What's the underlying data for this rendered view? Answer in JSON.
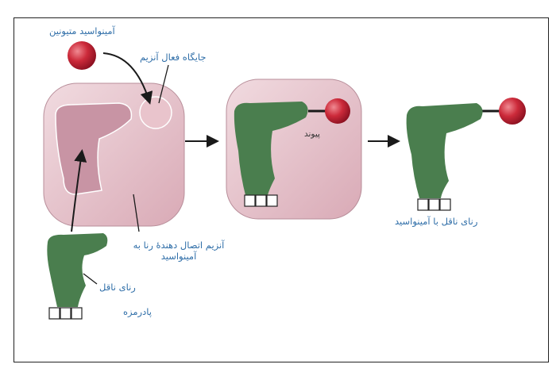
{
  "labels": {
    "methionine": "آمینواسید متیونین",
    "active_site": "جایگاه فعال آنزیم",
    "enzyme_line1": "آنزیم اتصال دهندهٔ رنا به",
    "enzyme_line2": "آمینواسید",
    "trna": "رنای ناقل",
    "anticodon": "پادرمزه",
    "bond": "پیوند",
    "charged_trna": "رنای ناقل با آمینواسید"
  },
  "colors": {
    "text": "#2f6ea8",
    "enzyme": "#e6c6ce",
    "trna": "#4a7e4e",
    "amino_acid": "#c8283a"
  }
}
